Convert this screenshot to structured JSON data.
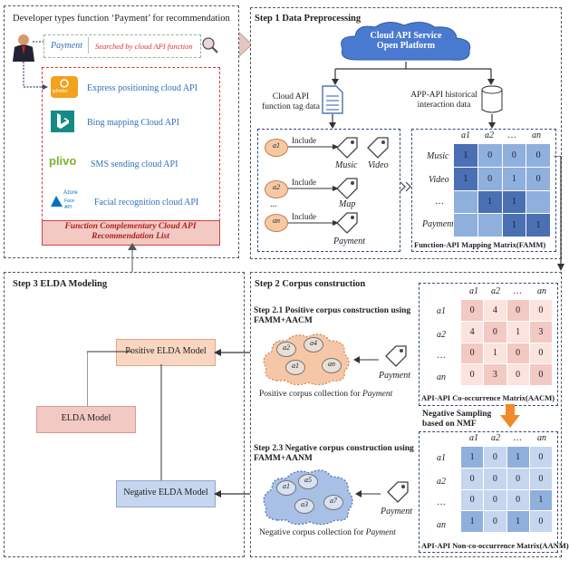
{
  "panel1": {
    "title": "Developer types function ‘Payment’ for recommendation",
    "search_query": "Payment",
    "search_hint": "Searched by cloud API function",
    "apis": [
      {
        "logo": "ipfinder",
        "label": "Express positioning cloud API"
      },
      {
        "logo": "Bing",
        "label": "Bing mapping Cloud API"
      },
      {
        "logo": "plivo",
        "label": "SMS sending cloud API"
      },
      {
        "logo": "Azure Face API",
        "label": "Facial recognition cloud API"
      }
    ],
    "result_title": "Function Complementary Cloud API Recommendation List",
    "logo_texts": {
      "ipfinder": "ipfinder",
      "azure": "Azure",
      "face": "Face",
      "api": "API"
    }
  },
  "step1": {
    "title": "Step 1 Data Preprocessing",
    "cloud_label": "Cloud API Service Open Platform",
    "tag_label": "Cloud API function tag data",
    "hist_label": "APP-API historical interaction data",
    "include": "Include",
    "nodes": [
      "a1",
      "a2",
      "...",
      "an"
    ],
    "tags": [
      "Music",
      "Video",
      "Map",
      "Payment"
    ],
    "famm_caption": "Function-API Mapping Matrix(FAMM)",
    "famm_cols": [
      "a1",
      "a2",
      "…",
      "an"
    ],
    "famm_rows": [
      "Music",
      "Video",
      "…",
      "Payment"
    ],
    "famm_values": [
      [
        "1",
        "0",
        "0",
        "0"
      ],
      [
        "1",
        "0",
        "1",
        "0"
      ],
      [
        "",
        "1",
        "1",
        ""
      ],
      [
        "",
        "",
        "1",
        "1"
      ]
    ]
  },
  "step2": {
    "title": "Step 2  Corpus construction",
    "s21_title": "Step 2.1  Positive corpus construction using FAMM+AACM",
    "s23_title": "Step 2.3  Negative corpus construction using FAMM+AANM",
    "pos_nodes": [
      "a2",
      "a4",
      "a1",
      "an"
    ],
    "neg_nodes": [
      "a1",
      "a5",
      "a3",
      "a7"
    ],
    "pos_caption": "Positive corpus collection for",
    "neg_caption": "Negative corpus collection for",
    "payment": "Payment",
    "neg_sampling": "Negative Sampling based on NMF",
    "aacm_caption": "API-API Co-occurrence Matrix(AACM)",
    "aanm_caption": "API-API Non-co-occurrence Matrix(AANM)",
    "mat_labels": [
      "a1",
      "a2",
      "…",
      "an"
    ],
    "aacm_values": [
      [
        "0",
        "4",
        "0",
        "0"
      ],
      [
        "4",
        "0",
        "1",
        "3"
      ],
      [
        "0",
        "1",
        "0",
        "0"
      ],
      [
        "0",
        "3",
        "0",
        "0"
      ]
    ],
    "aanm_values": [
      [
        "1",
        "0",
        "1",
        "0"
      ],
      [
        "0",
        "0",
        "0",
        "0"
      ],
      [
        "0",
        "0",
        "0",
        "1"
      ],
      [
        "1",
        "0",
        "1",
        "0"
      ]
    ]
  },
  "step3": {
    "title": "Step 3  ELDA Modeling",
    "positive": "Positive ELDA Model",
    "elda": "ELDA Model",
    "negative": "Negative ELDA Model"
  },
  "colors": {
    "dark_blue": "#4a6fb3",
    "light_blue": "#8fb0dd",
    "pale_blue": "#c5d6ee",
    "pink": "#f2c9c3",
    "orange": "#f08a2a",
    "red": "#d33333"
  }
}
